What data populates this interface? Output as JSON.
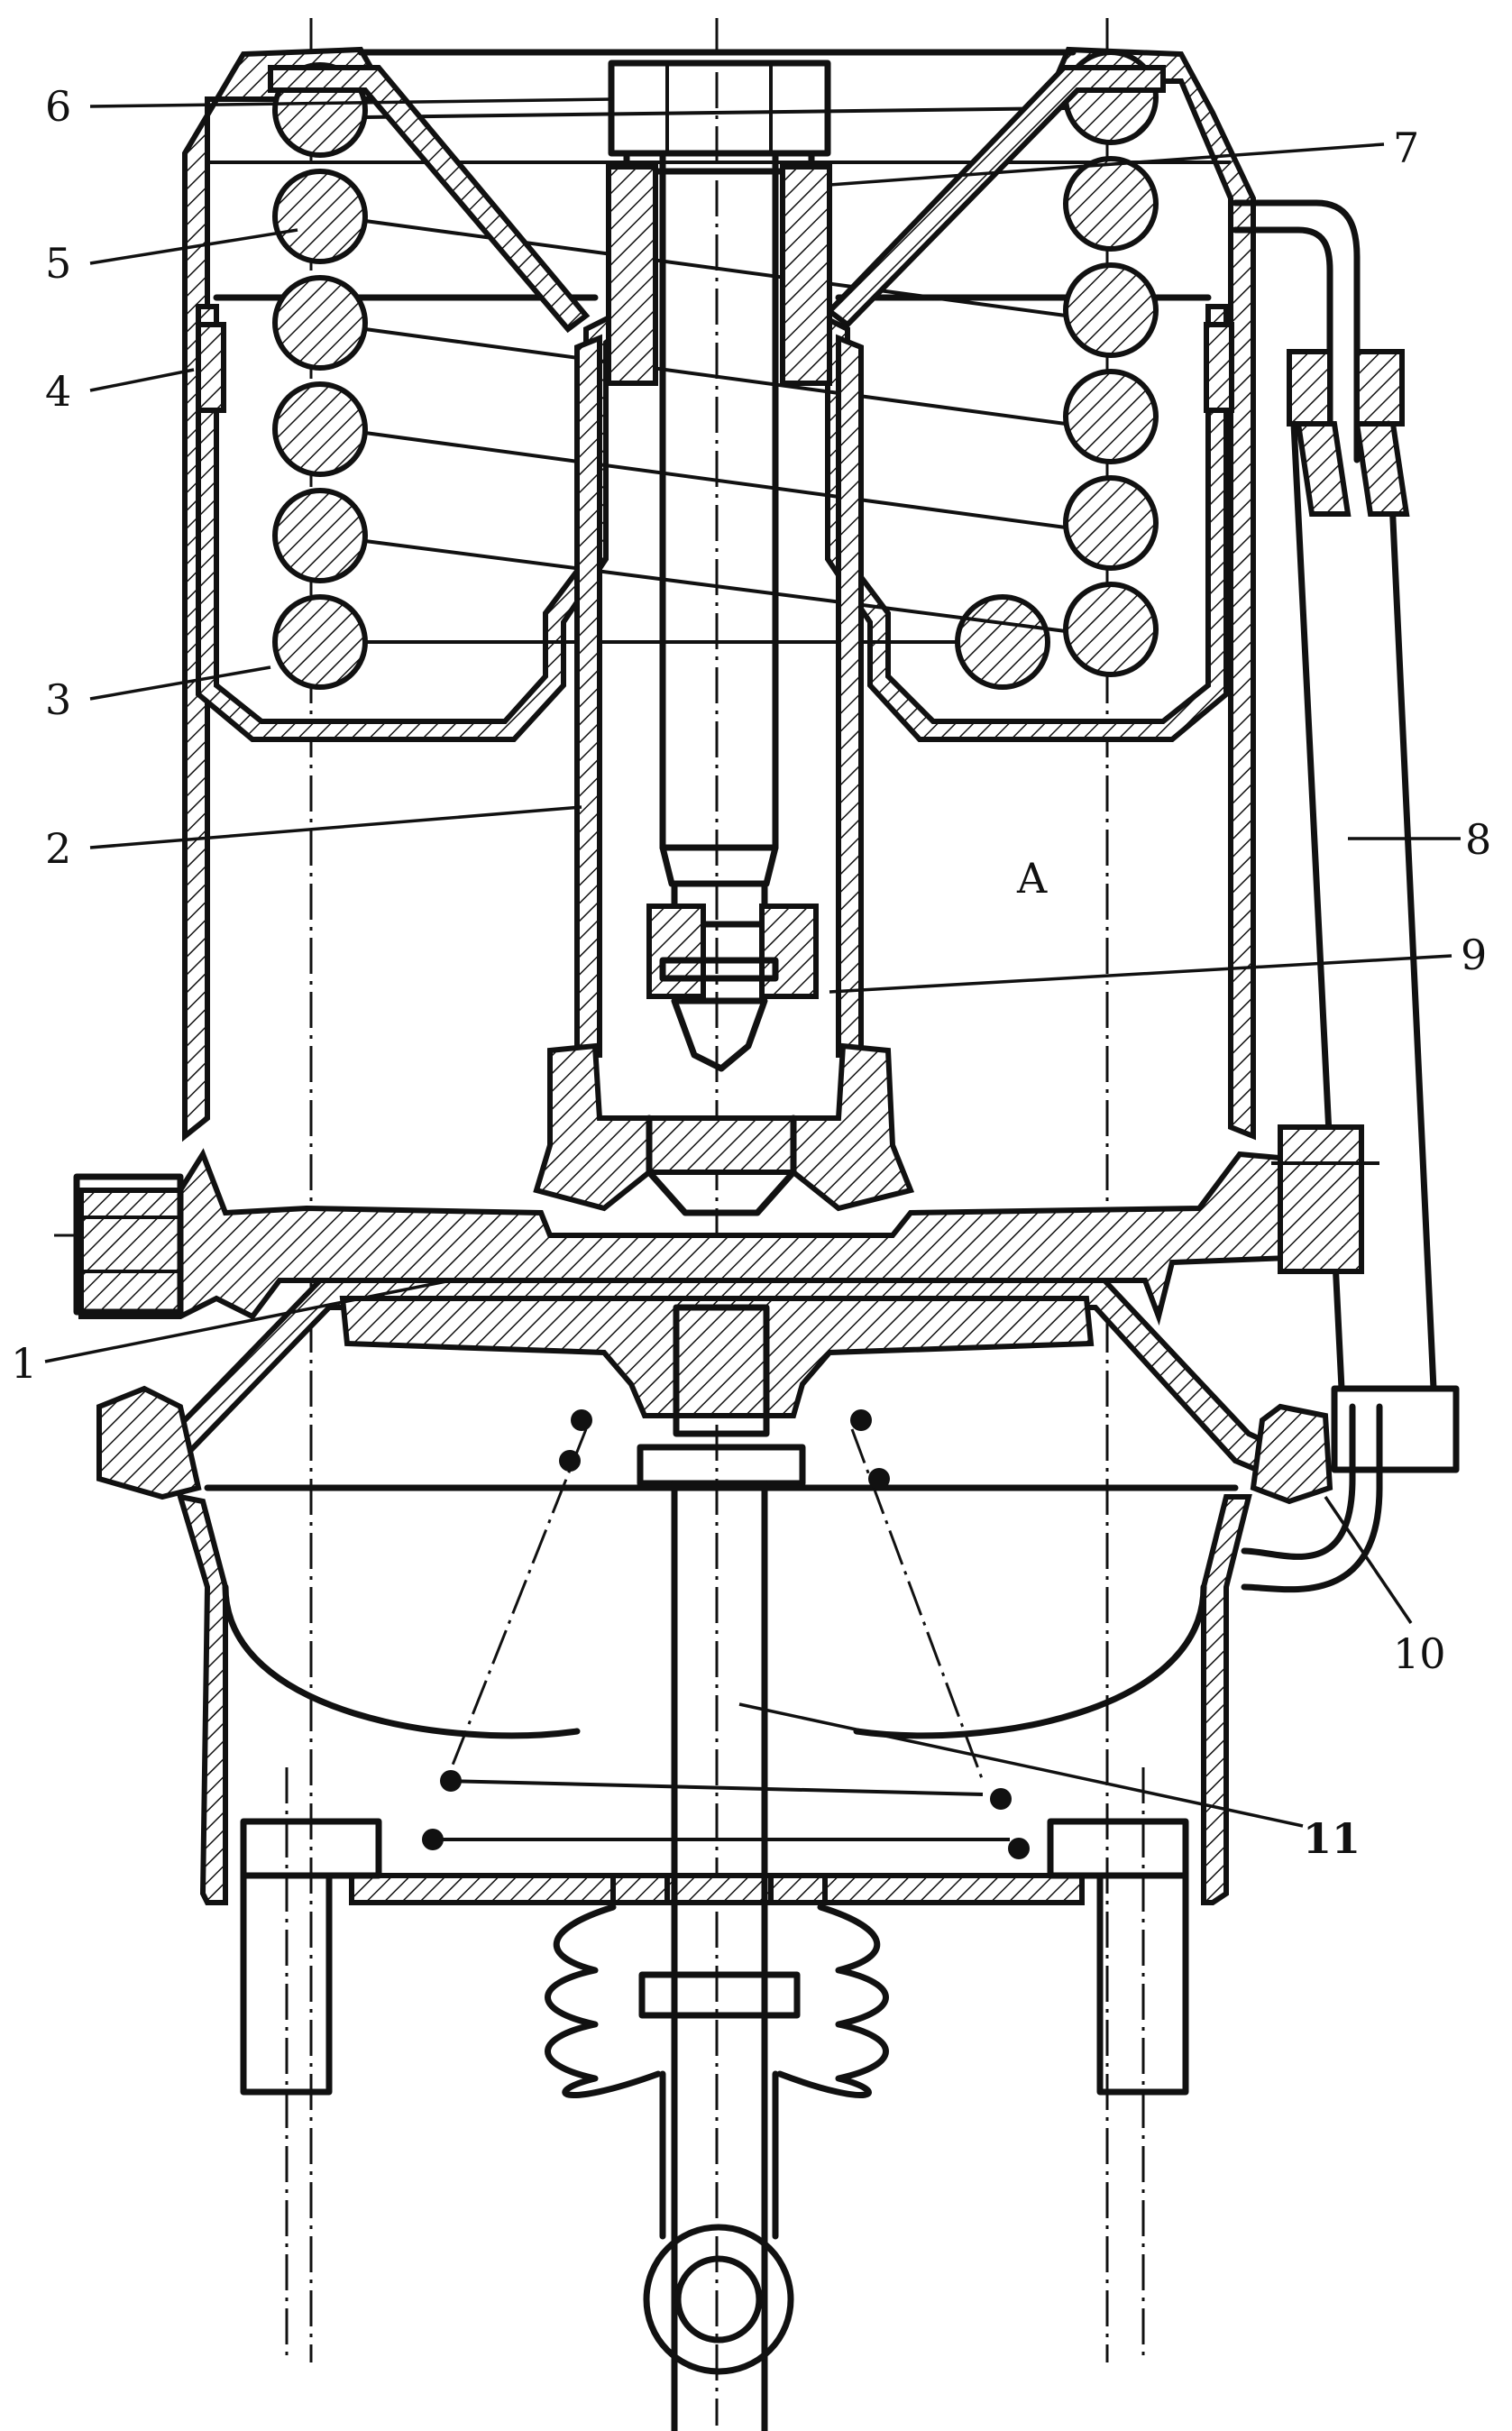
{
  "labels": {
    "l1": "1",
    "l2": "2",
    "l3": "3",
    "l4": "4",
    "l5": "5",
    "l6": "6",
    "l7": "7",
    "l8": "8",
    "l9": "9",
    "l10": "10",
    "l11": "11",
    "chamberA": "A"
  }
}
